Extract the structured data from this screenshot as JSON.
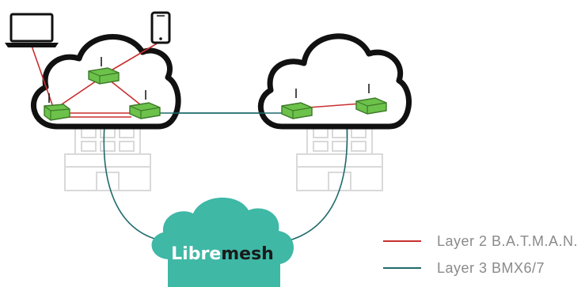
{
  "logo": {
    "part1": "Libre",
    "part2": "mesh",
    "cloud_color": "#3fb8a6",
    "part1_color": "#ffffff",
    "part2_color": "#1a1a1a"
  },
  "legend": {
    "items": [
      {
        "label": "Layer 2 B.A.T.M.A.N.",
        "color": "#c8302f"
      },
      {
        "label": "Layer 3 BMX6/7",
        "color": "#1f6b6a"
      }
    ]
  },
  "colors": {
    "layer2": "#c8302f",
    "layer3": "#1f6b6a",
    "router_fill": "#6cc24a",
    "router_stroke": "#3e7a2a",
    "cloud_stroke": "#111111",
    "building": "#d9d9d9"
  },
  "icons": {
    "laptop": "laptop-icon",
    "phone": "phone-icon",
    "router": "router-icon",
    "building": "building-icon"
  }
}
